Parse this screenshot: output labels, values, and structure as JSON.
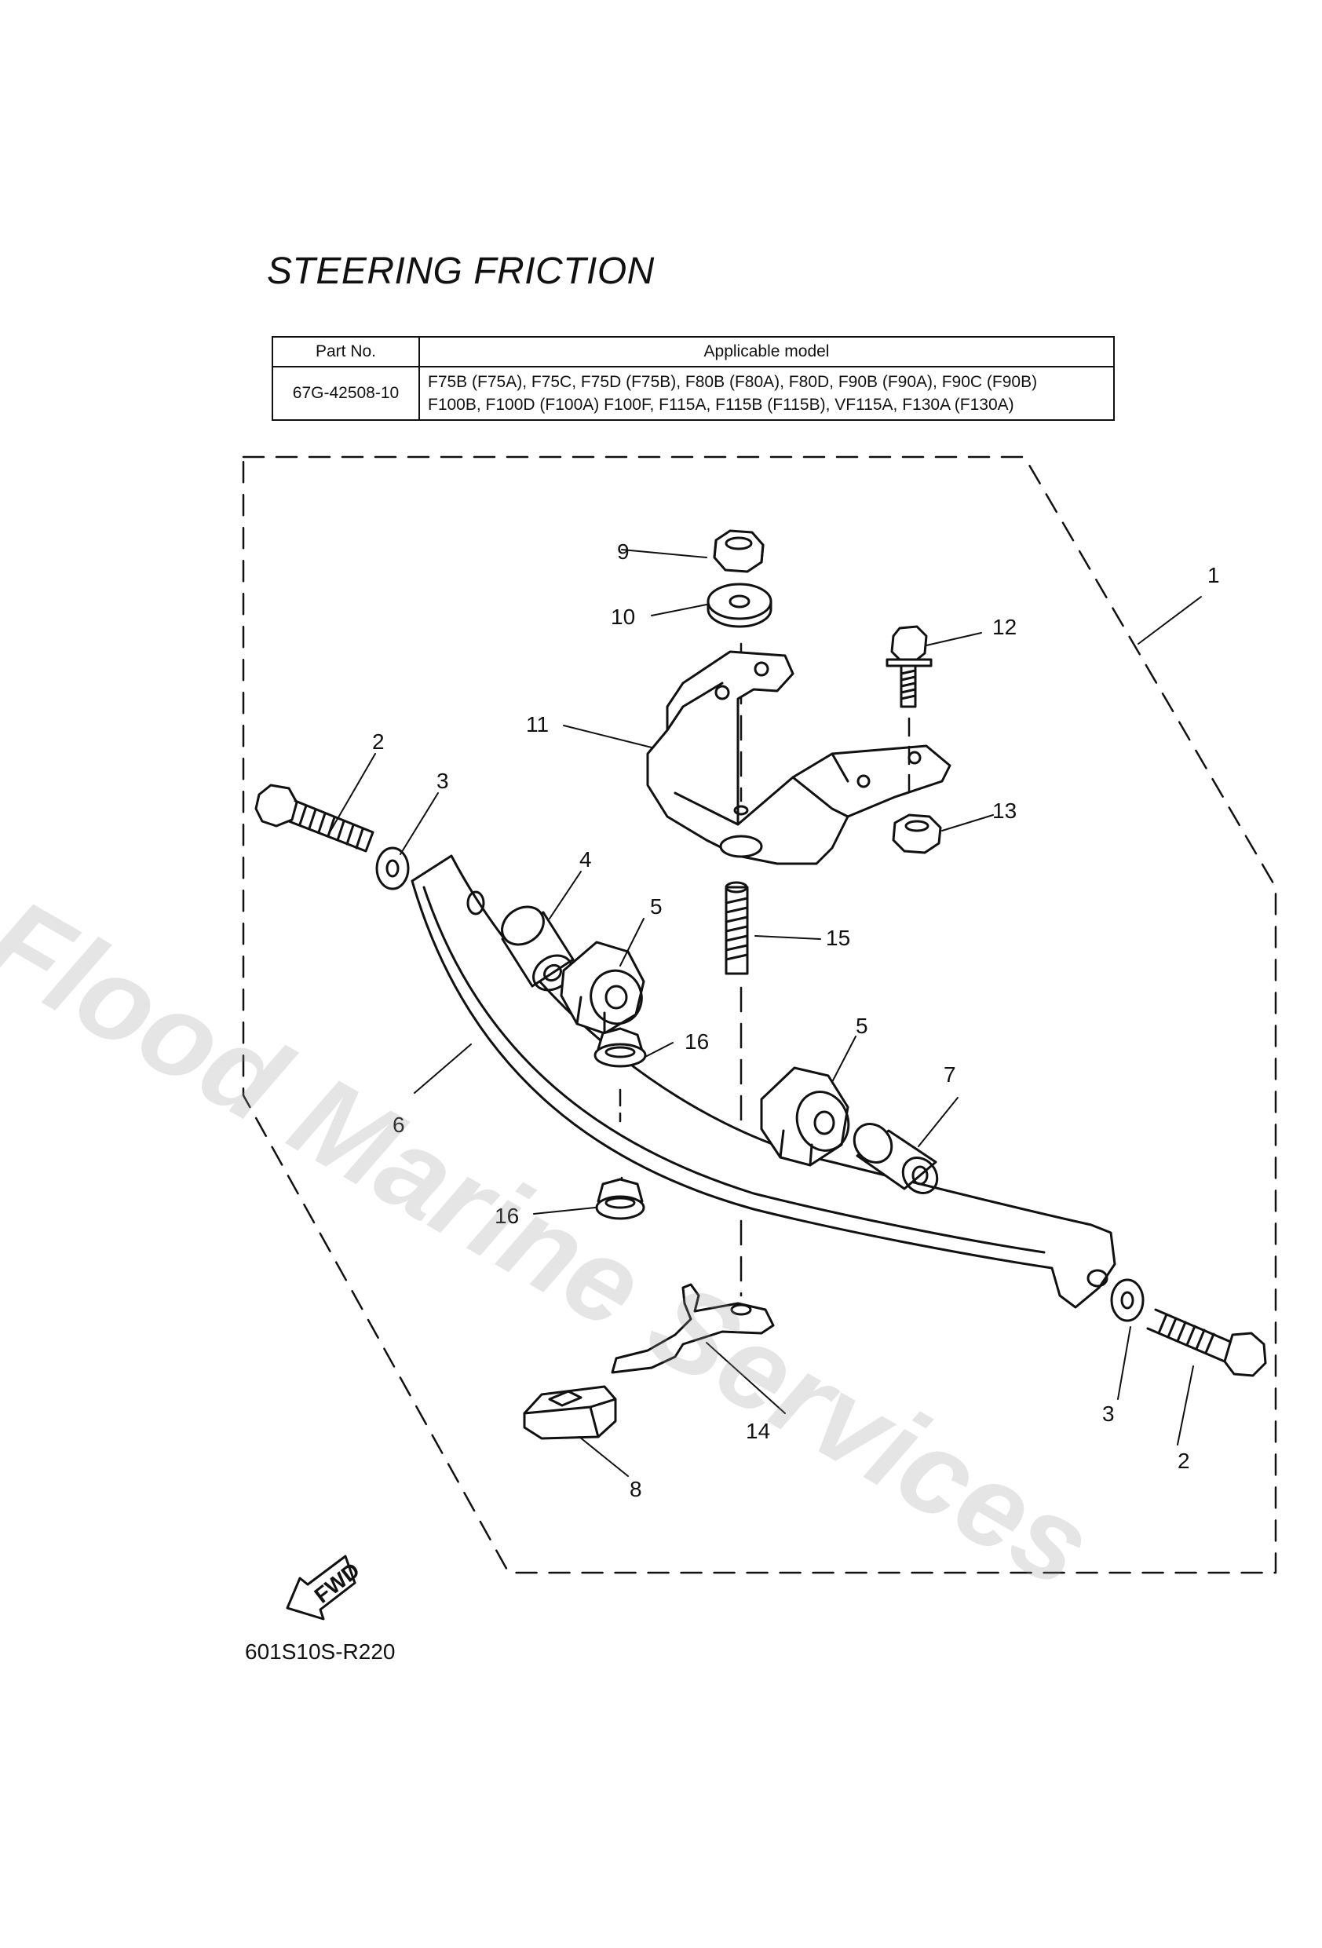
{
  "title": "STEERING FRICTION",
  "table": {
    "headers": [
      "Part No.",
      "Applicable model"
    ],
    "rows": [
      {
        "part_no": "67G-42508-10",
        "models_line1": "F75B (F75A), F75C, F75D (F75B), F80B (F80A), F80D, F90B (F90A), F90C (F90B)",
        "models_line2": "F100B, F100D (F100A) F100F, F115A, F115B (F115B), VF115A, F130A (F130A)"
      }
    ]
  },
  "callouts": {
    "c1": "1",
    "c2a": "2",
    "c2b": "2",
    "c3a": "3",
    "c3b": "3",
    "c4": "4",
    "c5a": "5",
    "c5b": "5",
    "c6": "6",
    "c7": "7",
    "c8": "8",
    "c9": "9",
    "c10": "10",
    "c11": "11",
    "c12": "12",
    "c13": "13",
    "c14": "14",
    "c15": "15",
    "c16a": "16",
    "c16b": "16"
  },
  "fwd_label": "FWD",
  "diagram_code": "601S10S-R220",
  "watermark": "Flood Marine Services"
}
